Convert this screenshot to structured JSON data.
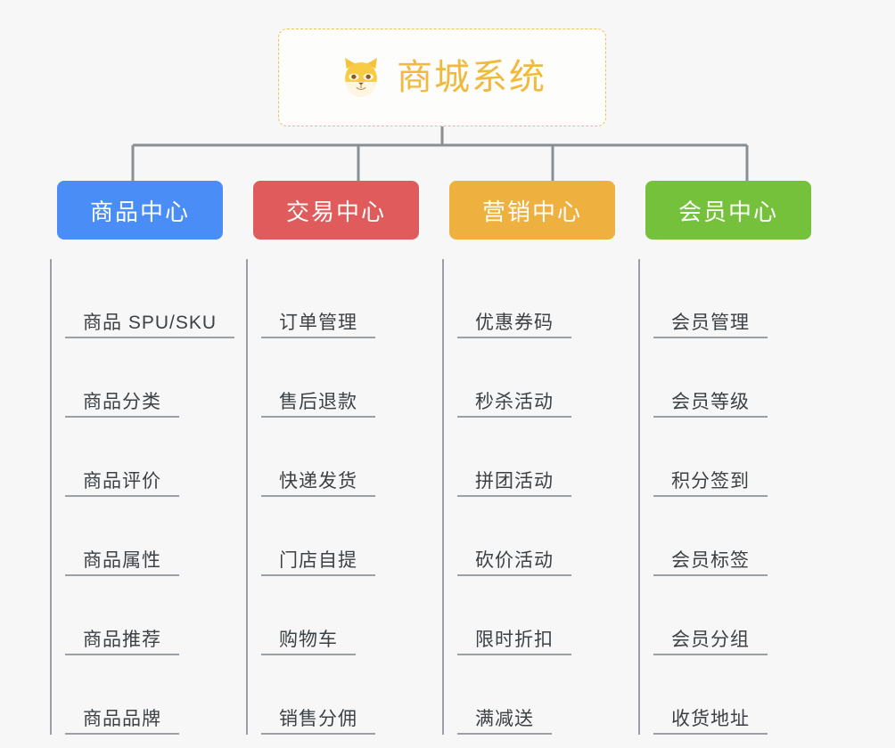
{
  "root": {
    "title": "商城系统",
    "emoji_name": "shiba-dog-face",
    "border_color": "#f0c060",
    "text_color": "#f0b93f"
  },
  "colors": {
    "background": "#f7f7f7",
    "connector": "#8a8f94",
    "rule": "#9aa0a6",
    "item_text": "#3c4145"
  },
  "columns": [
    {
      "label": "商品中心",
      "color": "#4a8df6",
      "items": [
        "商品 SPU/SKU",
        "商品分类",
        "商品评价",
        "商品属性",
        "商品推荐",
        "商品品牌"
      ]
    },
    {
      "label": "交易中心",
      "color": "#e05c5c",
      "items": [
        "订单管理",
        "售后退款",
        "快递发货",
        "门店自提",
        "购物车",
        "销售分佣"
      ]
    },
    {
      "label": "营销中心",
      "color": "#eeb03e",
      "items": [
        "优惠券码",
        "秒杀活动",
        "拼团活动",
        "砍价活动",
        "限时折扣",
        "满减送"
      ]
    },
    {
      "label": "会员中心",
      "color": "#76c13c",
      "items": [
        "会员管理",
        "会员等级",
        "积分签到",
        "会员标签",
        "会员分组",
        "收货地址"
      ]
    }
  ]
}
